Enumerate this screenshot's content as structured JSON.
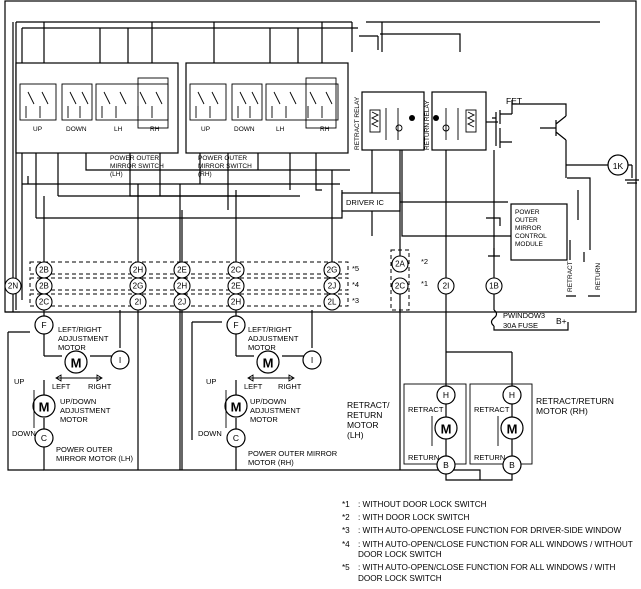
{
  "switch_labels": {
    "up": "UP",
    "down": "DOWN",
    "lh": "LH",
    "rh": "RH"
  },
  "mirror_switch_lh": [
    "POWER OUTER",
    "MIRROR SWITCH",
    "(LH)"
  ],
  "mirror_switch_rh": [
    "POWER OUTER",
    "MIRROR SWITCH",
    "(RH)"
  ],
  "relays": {
    "retract": "RETRACT RELAY",
    "return": "RETURN RELAY"
  },
  "fet": "FET",
  "terminal_1k": "1K",
  "driver_ic": "DRIVER IC",
  "control_module": [
    "POWER",
    "OUTER",
    "MIRROR",
    "CONTROL",
    "MODULE"
  ],
  "switch_retract": "RETRACT",
  "switch_return": "RETURN",
  "connectors": [
    "2N",
    "2B",
    "2H",
    "2E",
    "2C",
    "2G",
    "2A",
    "2I",
    "1B",
    "2J",
    "2L"
  ],
  "connector_notes": [
    "*5",
    "*4",
    "*3",
    "*2",
    "*1"
  ],
  "fuse": [
    "PWINDOW3",
    "30A FUSE"
  ],
  "battery": "B+",
  "motor_terminals": {
    "f": "F",
    "i": "I",
    "c": "C",
    "h": "H",
    "b": "B"
  },
  "motor_symbol": "M",
  "lr_motor": [
    "LEFT/RIGHT",
    "ADJUSTMENT",
    "MOTOR"
  ],
  "ud_motor": [
    "UP/DOWN",
    "ADJUSTMENT",
    "MOTOR"
  ],
  "directions": {
    "left": "LEFT",
    "right": "RIGHT",
    "up": "UP",
    "down": "DOWN",
    "retract": "RETRACT",
    "return": "RETURN"
  },
  "mirror_motor_lh": [
    "POWER OUTER",
    "MIRROR MOTOR (LH)"
  ],
  "mirror_motor_rh": [
    "POWER OUTER MIRROR",
    "MOTOR (RH)"
  ],
  "retract_motor_lh": [
    "RETRACT/",
    "RETURN",
    "MOTOR",
    "(LH)"
  ],
  "retract_motor_rh": [
    "RETRACT/RETURN",
    "MOTOR (RH)"
  ],
  "notes": [
    {
      "key": "*1",
      "text": ": WITHOUT DOOR LOCK SWITCH"
    },
    {
      "key": "*2",
      "text": ": WITH DOOR LOCK SWITCH"
    },
    {
      "key": "*3",
      "text": ": WITH AUTO-OPEN/CLOSE FUNCTION FOR DRIVER-SIDE WINDOW"
    },
    {
      "key": "*4",
      "text": ": WITH AUTO-OPEN/CLOSE FUNCTION FOR ALL WINDOWS / WITHOUT DOOR LOCK SWITCH"
    },
    {
      "key": "*5",
      "text": ": WITH AUTO-OPEN/CLOSE FUNCTION FOR ALL WINDOWS / WITH DOOR LOCK SWITCH"
    }
  ]
}
